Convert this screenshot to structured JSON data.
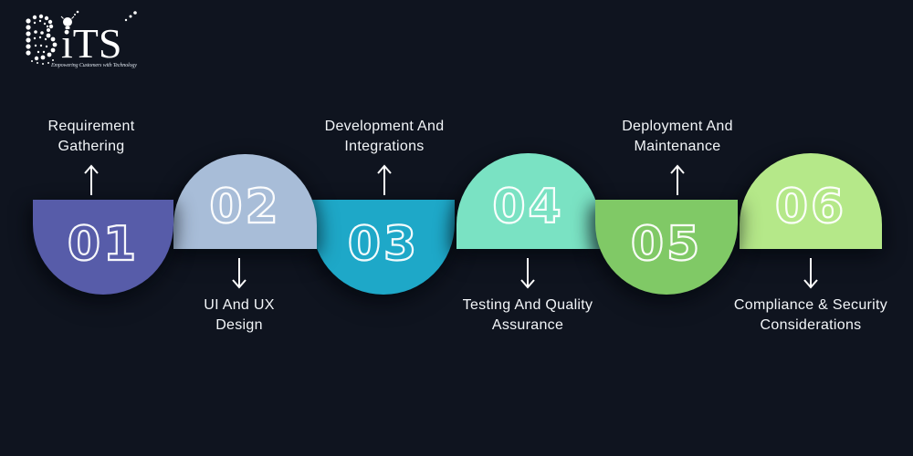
{
  "logo": {
    "text": "iTS",
    "tagline": "Empowering Customers with Technology"
  },
  "background_color": "#0f141f",
  "text_color": "#f3f6f9",
  "arrow_color": "#ffffff",
  "number_outline_color": "#ffffff",
  "steps": [
    {
      "number": "01",
      "label": "Requirement Gathering",
      "lines": [
        "Requirement",
        "Gathering"
      ],
      "color": "#575ca9",
      "label_position": "top"
    },
    {
      "number": "02",
      "label": "UI And UX Design",
      "lines": [
        "UI And UX",
        "Design"
      ],
      "color": "#a8bdd8",
      "label_position": "bottom"
    },
    {
      "number": "03",
      "label": "Development And Integrations",
      "lines": [
        "Development And",
        "Integrations"
      ],
      "color": "#1ea8c8",
      "label_position": "top"
    },
    {
      "number": "04",
      "label": "Testing And Quality Assurance",
      "lines": [
        "Testing And Quality",
        "Assurance"
      ],
      "color": "#7ae2c3",
      "label_position": "bottom"
    },
    {
      "number": "05",
      "label": "Deployment And Maintenance",
      "lines": [
        "Deployment And",
        "Maintenance"
      ],
      "color": "#80c966",
      "label_position": "top"
    },
    {
      "number": "06",
      "label": "Compliance & Security Considerations",
      "lines": [
        "Compliance & Security",
        "Considerations"
      ],
      "color": "#b5e889",
      "label_position": "bottom"
    }
  ]
}
